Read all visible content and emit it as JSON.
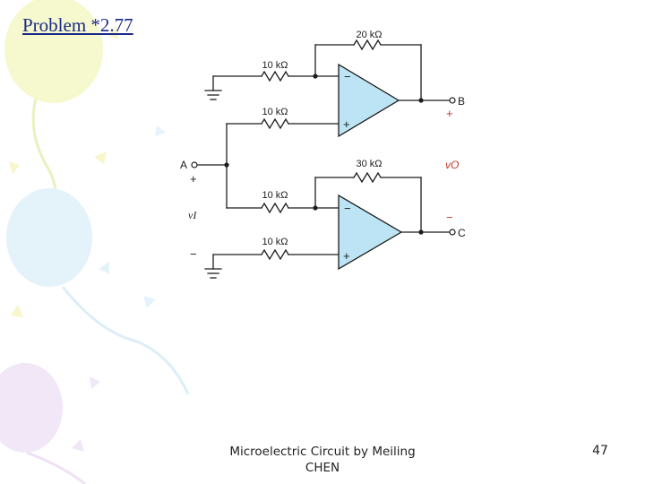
{
  "slide": {
    "title": "Problem *2.77",
    "footer": "Microelectric Circuit by Meiling CHEN",
    "page_number": "47"
  },
  "circuit": {
    "r_feedback_top": "20 kΩ",
    "r_in_top_neg": "10 kΩ",
    "r_in_top_pos": "10 kΩ",
    "r_feedback_bottom": "30 kΩ",
    "r_in_bottom_neg": "10 kΩ",
    "r_in_bottom_pos": "10 kΩ",
    "node_a": "A",
    "node_b": "B",
    "node_c": "C",
    "input_var": "vI",
    "output_var": "vO",
    "plus_sign": "+",
    "minus_sign": "−"
  },
  "colors": {
    "opamp_fill": "#bde4f4",
    "wire": "#1c1c1c",
    "title": "#1a2a8a",
    "accent": "#c0392b"
  }
}
